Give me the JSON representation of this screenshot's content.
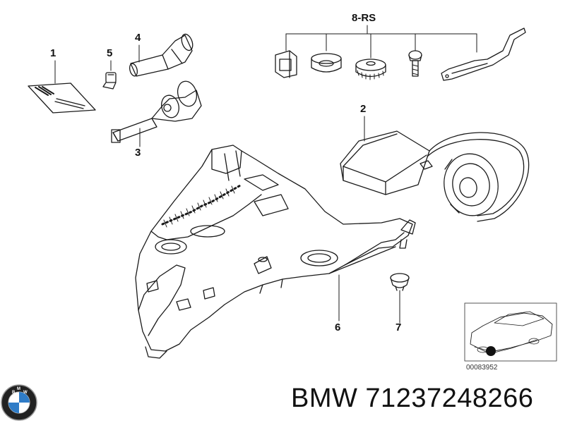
{
  "callouts": {
    "c1": "1",
    "c2": "2",
    "c3": "3",
    "c4": "4",
    "c5": "5",
    "c6": "6",
    "c7": "7",
    "c8": "8-RS"
  },
  "inset": {
    "ref_code": "00083952"
  },
  "footer": {
    "part_number": "BMW 71237248266"
  },
  "logo": {
    "name": "bmw-roundel-logo",
    "letters": "B M W"
  },
  "colors": {
    "line": "#1a1a1a",
    "paper": "#ffffff",
    "logo_blue": "#2f7cc7"
  }
}
